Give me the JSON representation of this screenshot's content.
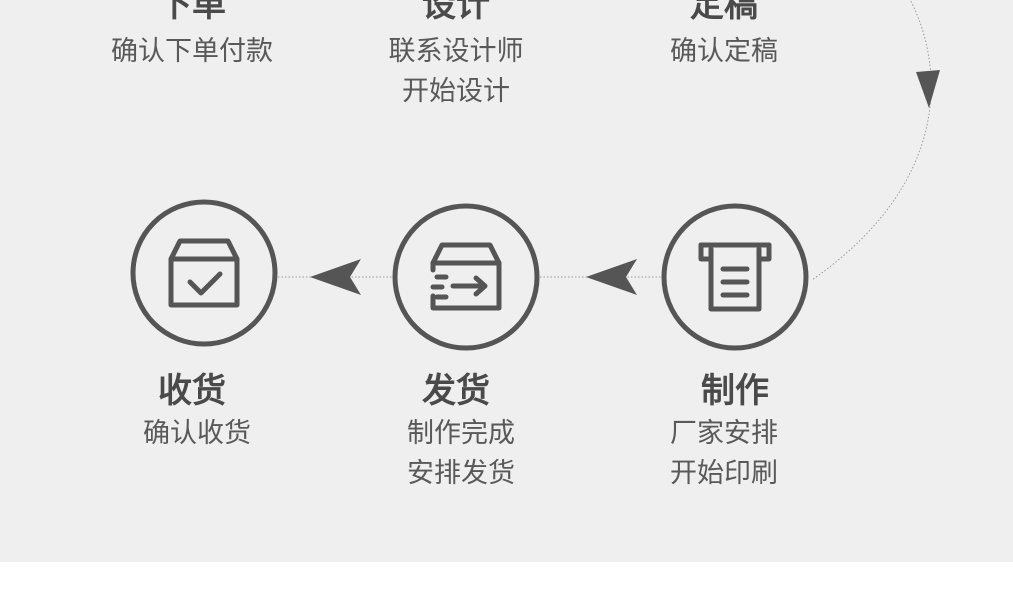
{
  "steps": [
    {
      "id": "order",
      "title": "下单",
      "desc": [
        "确认下单付款"
      ]
    },
    {
      "id": "design",
      "title": "设计",
      "desc": [
        "联系设计师",
        "开始设计"
      ]
    },
    {
      "id": "finalize",
      "title": "定稿",
      "desc": [
        "确认定稿"
      ]
    },
    {
      "id": "produce",
      "title": "制作",
      "desc": [
        "厂家安排",
        "开始印刷"
      ]
    },
    {
      "id": "ship",
      "title": "发货",
      "desc": [
        "制作完成",
        "安排发货"
      ]
    },
    {
      "id": "receive",
      "title": "收货",
      "desc": [
        "确认收货"
      ]
    }
  ],
  "icons": {
    "produce": "printer-icon",
    "ship": "box-shipping-icon",
    "receive": "box-check-icon"
  },
  "colors": {
    "panel_bg": "#efefef",
    "stroke": "#555555",
    "text_title": "#4a4a4a",
    "text_desc": "#595959"
  }
}
